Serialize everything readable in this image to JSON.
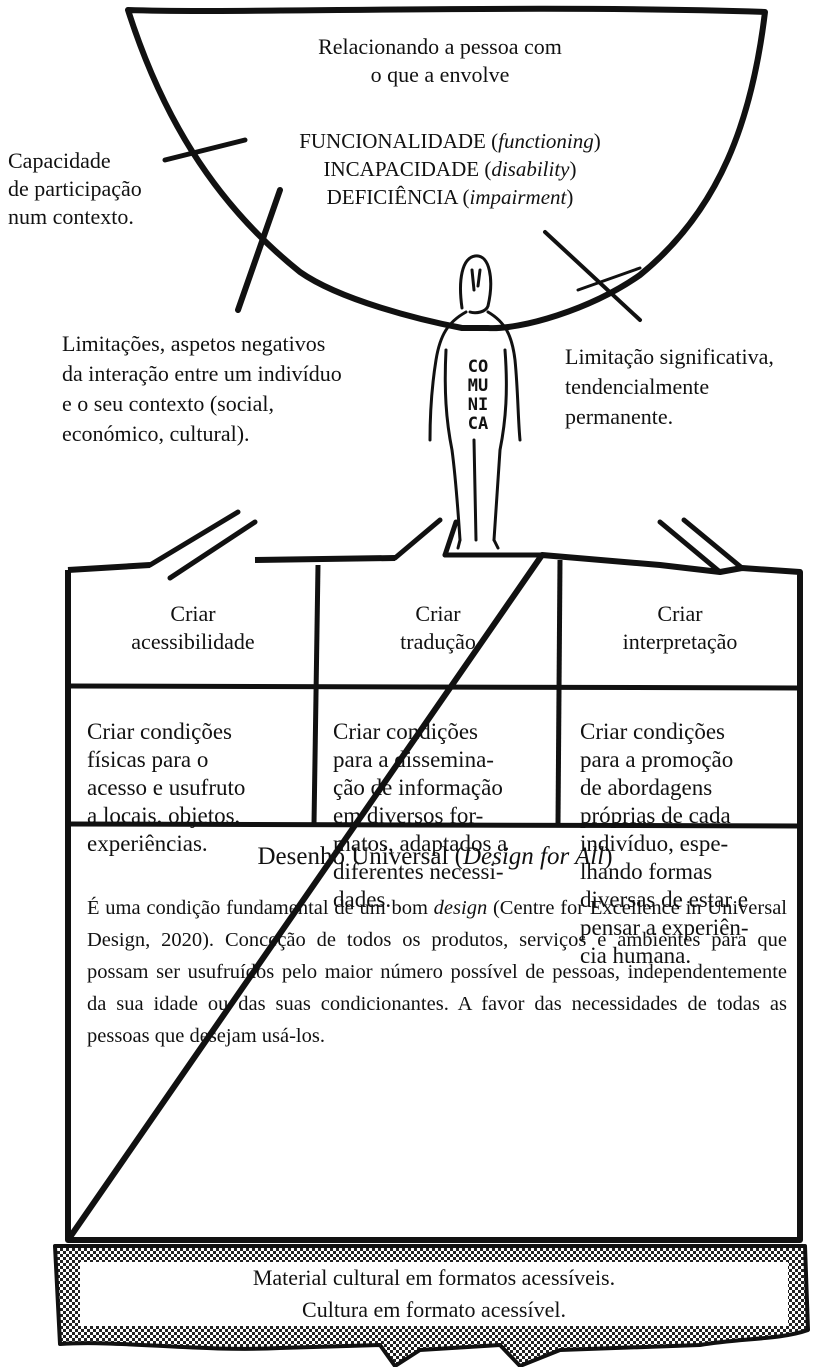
{
  "balloon": {
    "line1": "Relacionando a pessoa com",
    "line2": "o que a envolve",
    "term1_main": "FUNCIONALIDADE (",
    "term1_italic": "functioning",
    "term1_end": ")",
    "term2_main": "INCAPACIDADE (",
    "term2_italic": "disability",
    "term2_end": ")",
    "term3_main": "DEFICIÊNCIA (",
    "term3_italic": "impairment",
    "term3_end": ")"
  },
  "annotations": {
    "left_top": [
      "Capacidade",
      "de participação",
      "num contexto."
    ],
    "left_bottom": [
      "Limitações, aspetos negativos",
      "da interação entre um indivíduo",
      "e o seu contexto (social,",
      "económico, cultural)."
    ],
    "right": [
      "Limitação significativa,",
      "tendencialmente",
      "permanente."
    ]
  },
  "figure": {
    "letters": [
      "CO",
      "MU",
      "NI",
      "CA"
    ]
  },
  "columns": [
    {
      "header": [
        "Criar",
        "acessibilidade"
      ],
      "body": [
        "Criar condições",
        "físicas para o",
        "acesso e usufruto",
        "a locais, objetos,",
        "experiências."
      ]
    },
    {
      "header": [
        "Criar",
        "tradução"
      ],
      "body": [
        "Criar condições",
        "para a dissemina-",
        "ção de informação",
        "em diversos for-",
        "matos, adaptados a",
        "diferentes necessi-",
        "dades."
      ]
    },
    {
      "header": [
        "Criar",
        "interpretação"
      ],
      "body": [
        "Criar condições",
        "para a promoção",
        "de abordagens",
        "próprias de cada",
        "indivíduo, espe-",
        "lhando formas",
        "diversas de estar e",
        "pensar a experiên-",
        "cia humana."
      ]
    }
  ],
  "universal": {
    "title_main": "Desenho Universal (",
    "title_italic": "Design for All",
    "title_end": ")",
    "para_start": "É uma condição fundamental de um bom ",
    "para_italic": "design",
    "para_rest": " (Centre for Excellence in Universal Design, 2020). Conceção de todos os produtos, serviços e ambientes para que possam ser usufruídos pelo maior número possível de pessoas, independentemente da sua idade ou das suas condicionantes. A favor das necessidades de todas as pessoas que desejam usá-los."
  },
  "base": {
    "line1": "Material cultural em formatos acessíveis.",
    "line2": "Cultura em formato acessível."
  }
}
